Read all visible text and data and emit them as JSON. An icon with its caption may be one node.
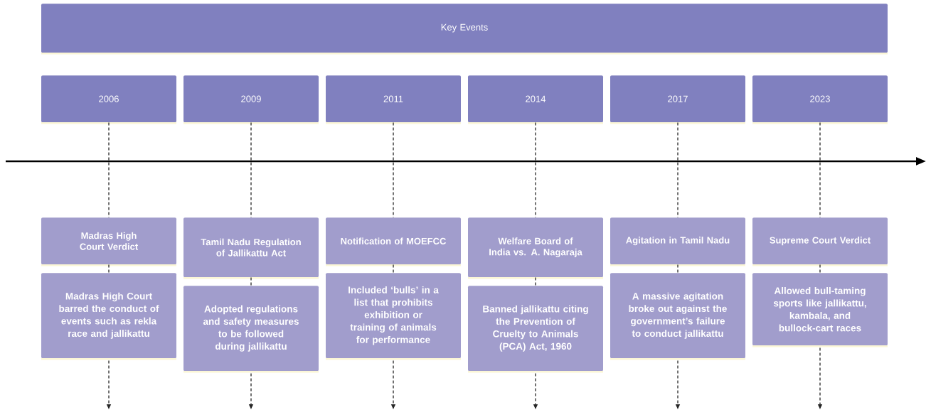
{
  "diagram": {
    "nodes": [
      {
        "text": [
          "Key Events"
        ]
      },
      {
        "text": [
          "2006"
        ]
      },
      {
        "text": [
          "2009"
        ]
      },
      {
        "text": [
          "2011"
        ]
      },
      {
        "text": [
          "2014"
        ]
      },
      {
        "text": [
          "2017"
        ]
      },
      {
        "text": [
          "2023"
        ]
      },
      {
        "text": [
          "Madras High Court Verdict"
        ]
      },
      {
        "text": [
          "Madras High Court barred the conduct of events such as rekla race and jallikattu"
        ]
      },
      {
        "text": [
          "Tamil Nadu Regulation of Jallikattu Act"
        ]
      },
      {
        "text": [
          "Adopted regulations and safety measures to be followed during jallikattu"
        ]
      },
      {
        "text": [
          "Notification of MOEFCC"
        ]
      },
      {
        "text": [
          "Included ‘bulls’ in a list that prohibits exhibition or training of animals for performance"
        ]
      },
      {
        "text": [
          "Welfare Board of India vs. A. Nagaraja"
        ]
      },
      {
        "text": [
          "Banned jallikattu citing the Prevention of Cruelty to Animals (PCA) Act, 1960"
        ]
      },
      {
        "text": [
          "Agitation in Tamil Nadu"
        ]
      },
      {
        "text": [
          "A massive agitation broke out against the government’s failure to conduct jallikattu"
        ]
      },
      {
        "text": [
          "Supreme Court Verdict"
        ]
      },
      {
        "text": [
          "Allowed bull-taming sports like jallikattu, kambala, and bullock-cart races"
        ]
      }
    ],
    "edges": [
      {
        "from": 1,
        "to": 7,
        "arrow": "none",
        "style": "dashed"
      },
      {
        "from": 7,
        "to": 8,
        "arrow": "none",
        "style": "dashed"
      },
      {
        "from": 8,
        "to": null,
        "arrow": "to",
        "style": "dashed"
      },
      {
        "from": 2,
        "to": 9,
        "arrow": "none",
        "style": "dashed"
      },
      {
        "from": 9,
        "to": 10,
        "arrow": "none",
        "style": "dashed"
      },
      {
        "from": 10,
        "to": null,
        "arrow": "to",
        "style": "dashed"
      },
      {
        "from": 3,
        "to": 11,
        "arrow": "none",
        "style": "dashed"
      },
      {
        "from": 11,
        "to": 12,
        "arrow": "none",
        "style": "dashed"
      },
      {
        "from": 12,
        "to": null,
        "arrow": "to",
        "style": "dashed"
      },
      {
        "from": 4,
        "to": 13,
        "arrow": "none",
        "style": "dashed"
      },
      {
        "from": 13,
        "to": 14,
        "arrow": "none",
        "style": "dashed"
      },
      {
        "from": 14,
        "to": null,
        "arrow": "to",
        "style": "dashed"
      },
      {
        "from": 5,
        "to": 15,
        "arrow": "none",
        "style": "dashed"
      },
      {
        "from": 15,
        "to": 16,
        "arrow": "none",
        "style": "dashed"
      },
      {
        "from": 16,
        "to": null,
        "arrow": "to",
        "style": "dashed"
      },
      {
        "from": 6,
        "to": 17,
        "arrow": "none",
        "style": "dashed"
      },
      {
        "from": 17,
        "to": 18,
        "arrow": "none",
        "style": "dashed"
      },
      {
        "from": 18,
        "to": null,
        "arrow": "to",
        "style": "dashed"
      }
    ]
  }
}
